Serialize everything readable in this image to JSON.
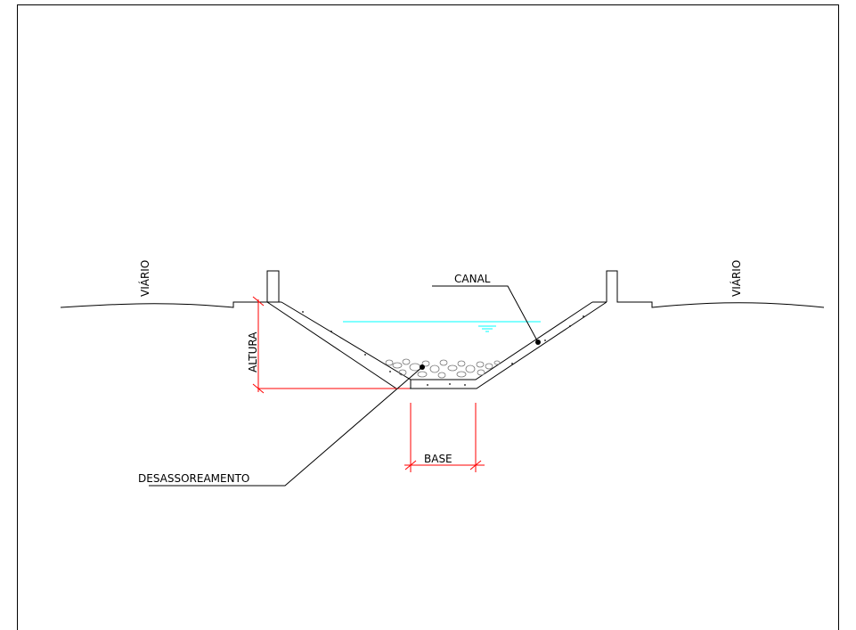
{
  "labels": {
    "viario_left": "VIÁRIO",
    "viario_right": "VIÁRIO",
    "canal": "CANAL",
    "altura": "ALTURA",
    "base": "BASE",
    "desassoreamento": "DESASSOREAMENTO"
  },
  "colors": {
    "line": "#000000",
    "dimension": "#ff0000",
    "water": "#00ffff",
    "sediment": "#888888"
  }
}
